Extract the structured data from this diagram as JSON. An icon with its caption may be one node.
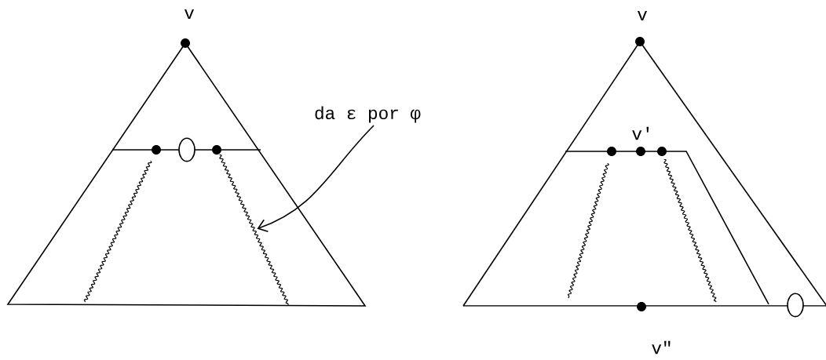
{
  "diagram": {
    "nodes": [
      {
        "text": [
          "da ε por φ"
        ]
      },
      {
        "text": [],
        "shape": "line"
      }
    ],
    "edges": [
      {
        "from": 0,
        "to": 1,
        "arrow": "to"
      }
    ],
    "labels": [
      "v",
      "v",
      "v'",
      "v\""
    ]
  }
}
